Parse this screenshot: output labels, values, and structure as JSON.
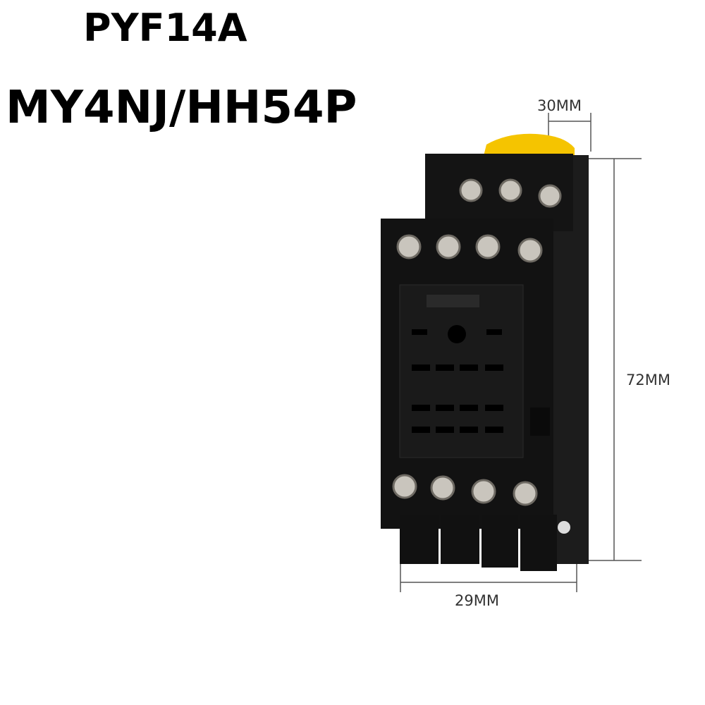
{
  "title_line1": "PYF14A",
  "title_line2": "MY4NJ/HH54P",
  "dimensions": {
    "width_top": "30MM",
    "height": "72MM",
    "width_bottom": "29MM"
  },
  "colors": {
    "body": "#151515",
    "clip": "#f5c400",
    "screw": "#c9c5bd"
  }
}
